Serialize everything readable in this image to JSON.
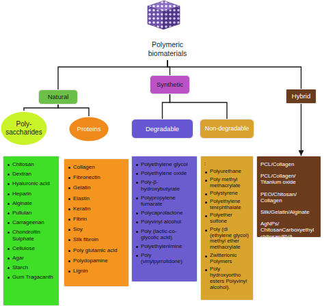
{
  "diagram": {
    "nodes": [
      {
        "text": [
          "Polymeric biomaterials"
        ]
      },
      {
        "text": [
          "Natural"
        ]
      },
      {
        "text": [
          "Synthetic"
        ]
      },
      {
        "text": [
          "Hybrid"
        ]
      },
      {
        "text": [
          "Poly- saccharides"
        ]
      },
      {
        "text": [
          "Proteins"
        ]
      },
      {
        "text": [
          "Degradable"
        ]
      },
      {
        "text": [
          "Non-degradable"
        ]
      },
      {
        "text": [
          "Chitosan",
          "Dextran",
          "Hyaluronic acid",
          "Heparin",
          "Alginate",
          "Pullulan",
          "Carrageenan",
          "Chondroitin Sulphate",
          "Cellulose",
          "Agar",
          "Starch",
          "Gum Tragacanth"
        ]
      },
      {
        "text": [
          "Collagen",
          "Fibronectin",
          "Gelatin",
          "Elastin",
          "Keratin",
          "Fibrin",
          "Soy",
          "Silk fibroin",
          "Poly glutamic acid",
          "Polydopamine",
          "Lignin"
        ]
      },
      {
        "text": [
          "Polyethylene glycol",
          "Polyethylene oxide",
          "Poly-β- hydroxybutyrate",
          "Polypropylene fumarate",
          "Polycaprolactone",
          "Polyvinyl alcohol",
          "Poly (lactic-co- glycolic acid)",
          "Polyethylenimine",
          "Poly (vinylpyrrolidone)"
        ]
      },
      {
        "text": [
          ":",
          "Polyurethane",
          "Poly methyl methacrylate",
          "Polystyrene",
          "Polyethylene terephthalate",
          "Polyether sulfone",
          "Poly (di (ethylene glycol) methyl ether methacrylate",
          "Zwitterionic Polymers",
          "Poly hydroxyortho esters Polyvinyl alcohol)."
        ]
      },
      {
        "text": [
          "PCL/Collagen",
          "PCL/Collagen/ Titanium oxide",
          "PEO/Chitosan/ Collagen",
          "Silk/Gelatin/Alginate",
          "AgNPs/ ChitosanCarboxyethyl chitosan/PVA"
        ]
      }
    ],
    "edges": [
      {
        "from": 0,
        "to": 1,
        "arrow": "none"
      },
      {
        "from": 0,
        "to": 2,
        "arrow": "none"
      },
      {
        "from": 0,
        "to": 3,
        "arrow": "none"
      },
      {
        "from": 1,
        "to": 4,
        "arrow": "none"
      },
      {
        "from": 1,
        "to": 5,
        "arrow": "none"
      },
      {
        "from": 2,
        "to": 6,
        "arrow": "none"
      },
      {
        "from": 2,
        "to": 7,
        "arrow": "none"
      },
      {
        "from": 3,
        "to": 12,
        "arrow": "to"
      }
    ]
  }
}
